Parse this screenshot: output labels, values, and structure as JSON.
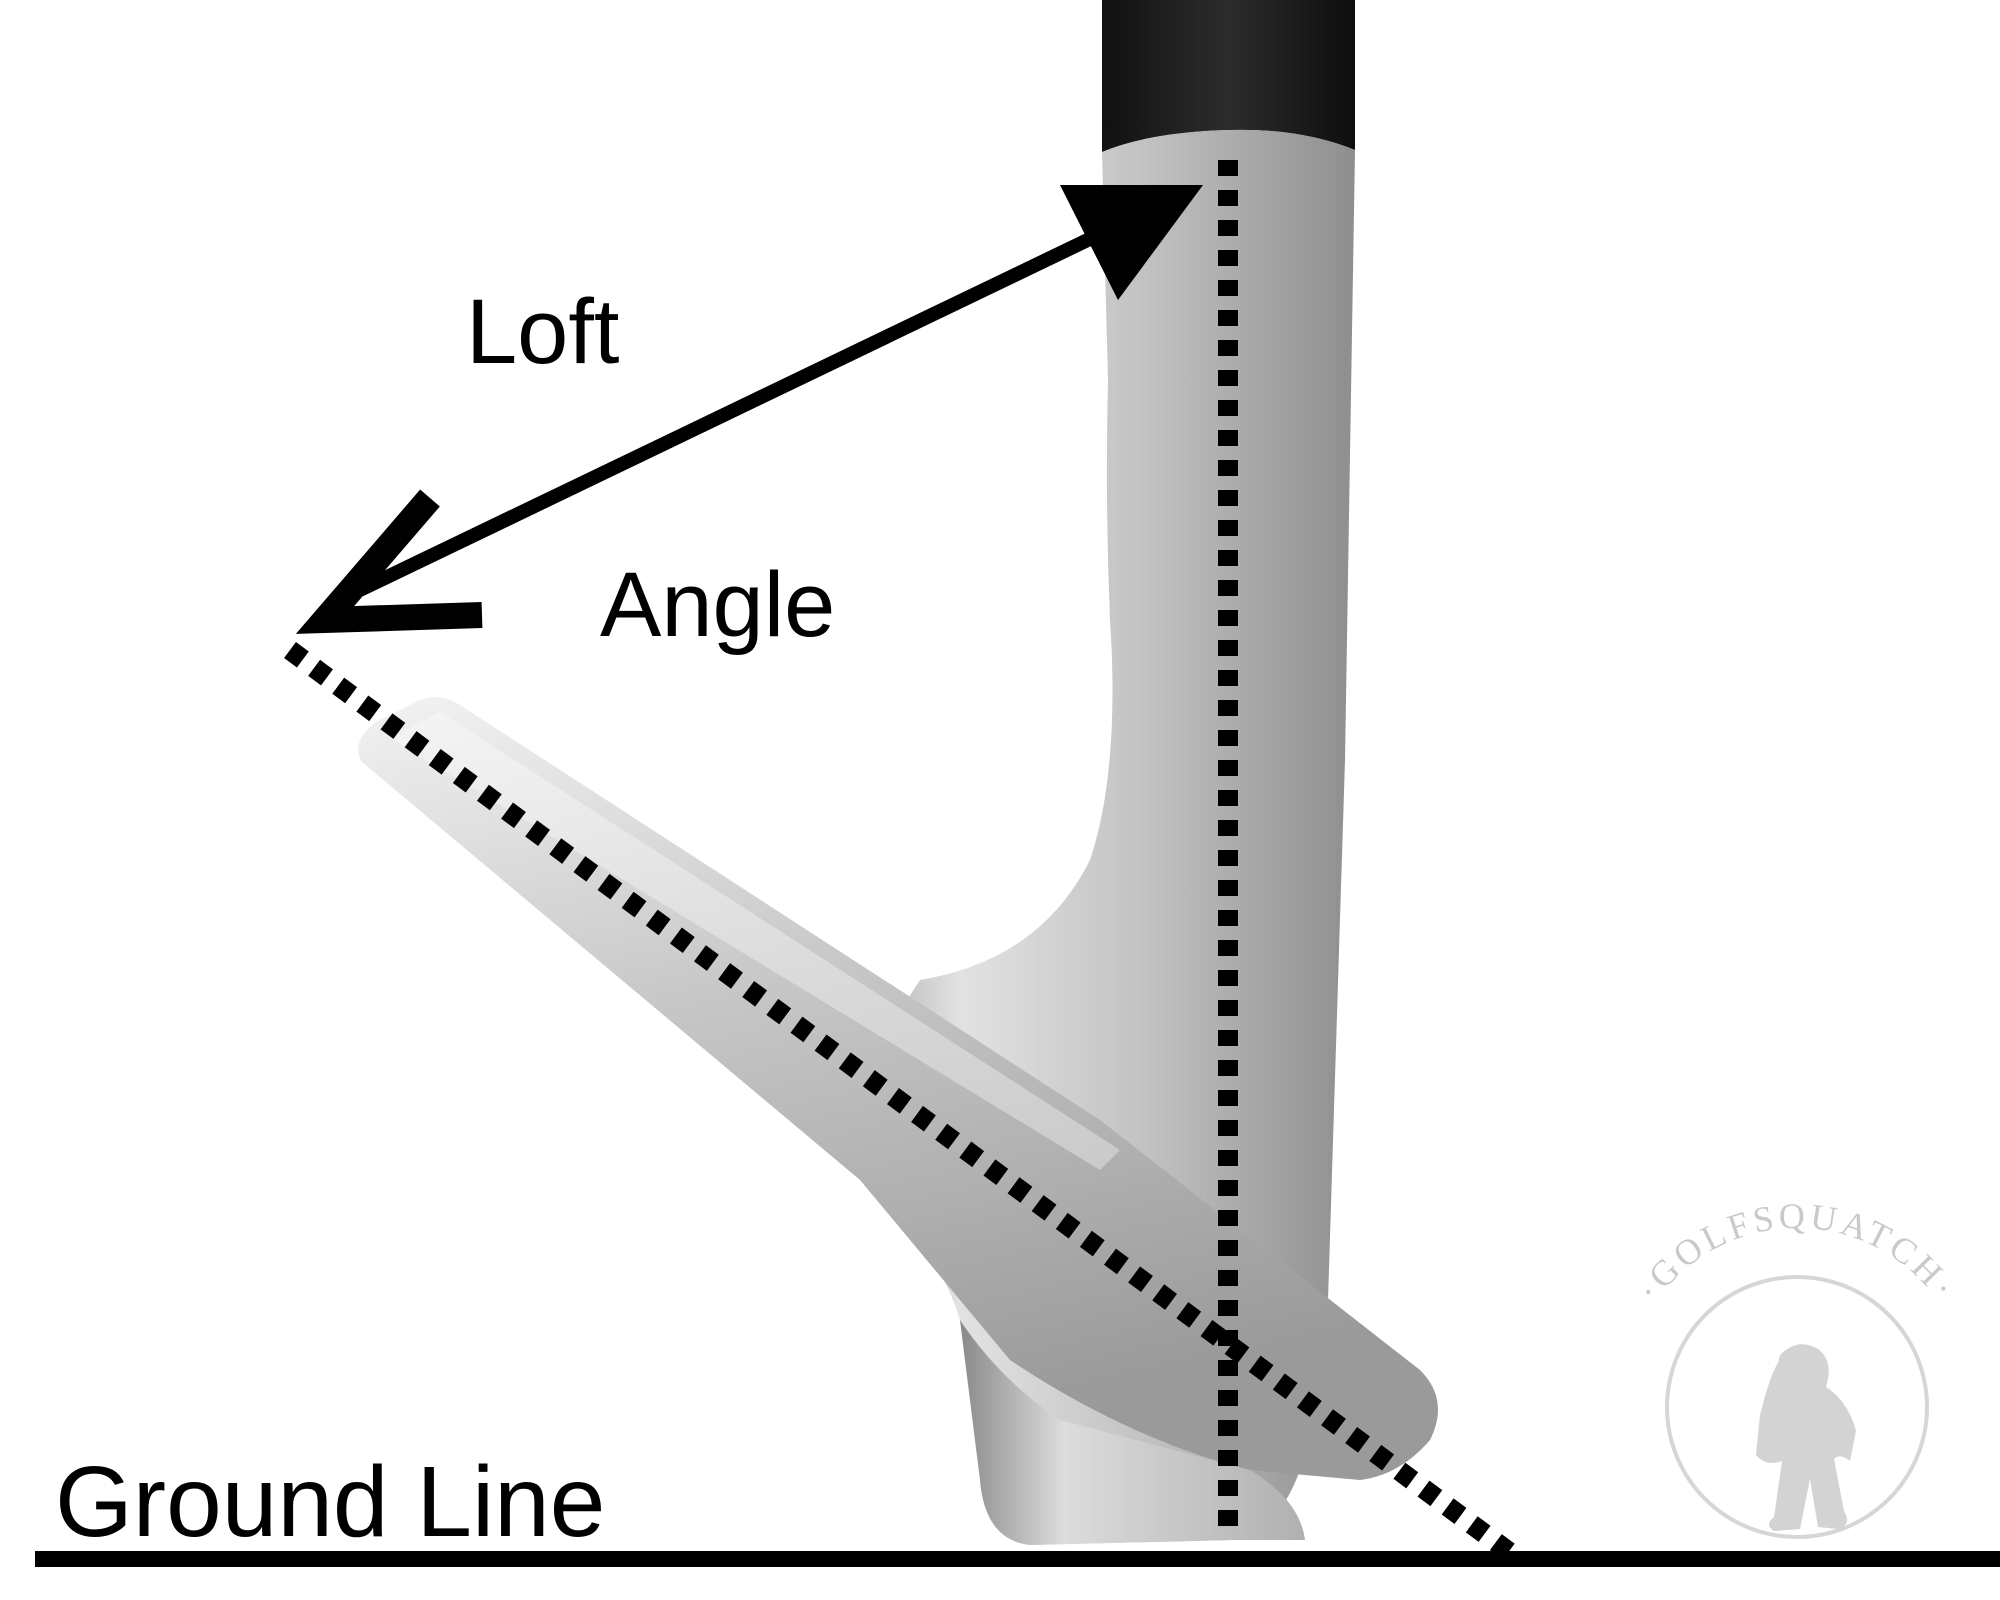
{
  "labels": {
    "loft": "Loft",
    "angle": "Angle",
    "ground_line": "Ground Line"
  },
  "watermark": {
    "text": "·GOLFSQUATCH·"
  },
  "colors": {
    "ink": "#000000",
    "steel_light": "#e6e6e6",
    "steel_mid": "#b4b4b4",
    "steel_dark": "#7a7a7a",
    "grip": "#1a1a1a",
    "watermark": "#c4c4c4"
  },
  "icons": {
    "watermark": "golfsquatch-logo-icon",
    "arrow": "double-headed-arrow"
  }
}
